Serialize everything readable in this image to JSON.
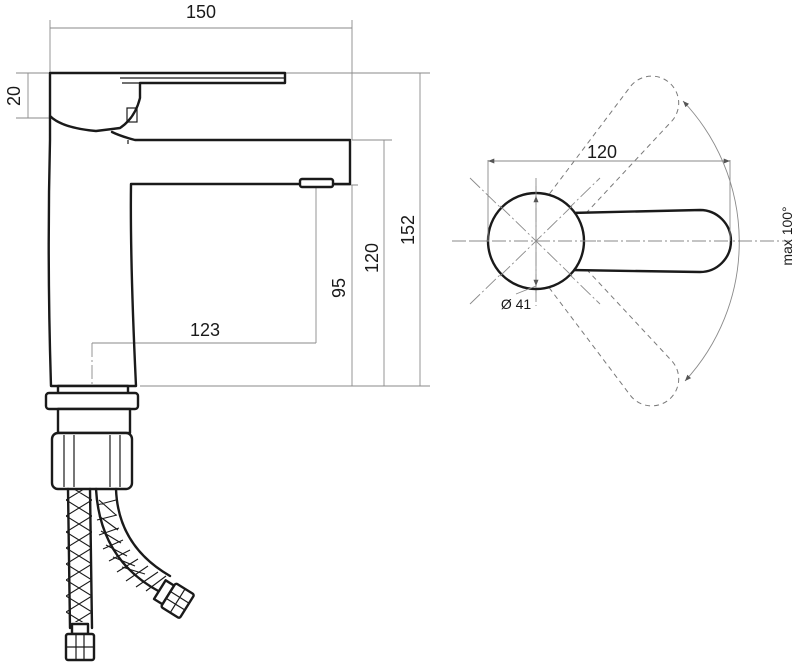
{
  "dimensions": {
    "overall_width": "150",
    "handle_height": "20",
    "overall_height": "152",
    "spout_height": "120",
    "outlet_height": "95",
    "spout_reach": "123",
    "handle_length": "120",
    "base_diameter": "Ø 41",
    "rotation": "max 100°"
  },
  "colors": {
    "line": "#1a1a1a",
    "dimension_line": "#8a8a8a",
    "background": "#ffffff"
  }
}
